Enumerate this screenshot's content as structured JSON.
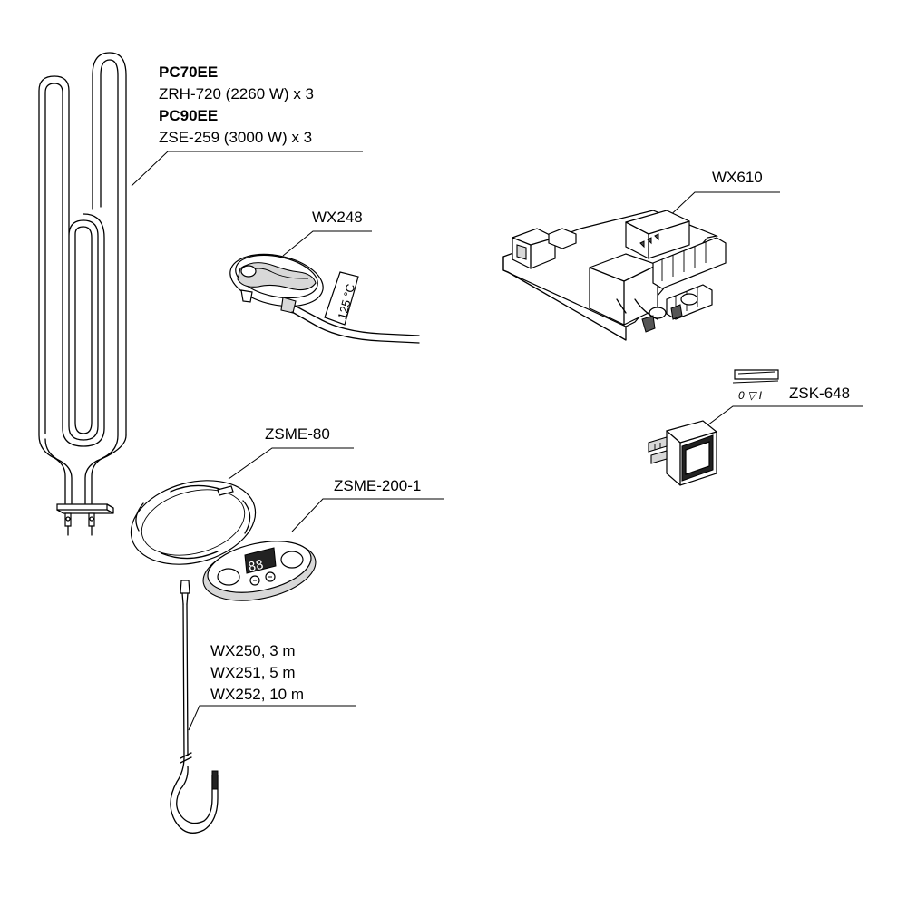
{
  "heater": {
    "model_a": "PC70EE",
    "element_a": "ZRH-720 (2260 W) x 3",
    "model_b": "PC90EE",
    "element_b": "ZSE-259 (3000 W) x 3"
  },
  "sensor": {
    "code": "WX248",
    "temp_marking": "125 °C"
  },
  "control_unit": {
    "code": "WX610"
  },
  "switch": {
    "code": "ZSK-648",
    "marking": "0 ▽ I"
  },
  "panel_frame": {
    "code": "ZSME-80"
  },
  "control_panel": {
    "code": "ZSME-200-1",
    "display": "88"
  },
  "cables": {
    "cable_1": "WX250, 3 m",
    "cable_2": "WX251, 5 m",
    "cable_3": "WX252, 10 m"
  }
}
